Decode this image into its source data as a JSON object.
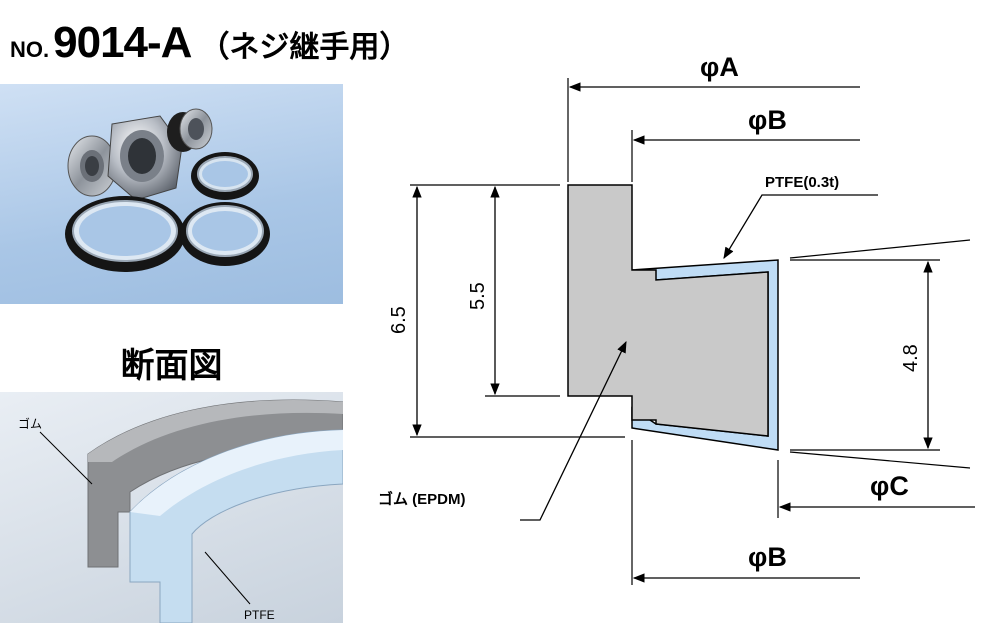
{
  "header": {
    "no_prefix": "NO.",
    "model": "9014-A",
    "subtitle": "（ネジ継手用）"
  },
  "section_view": {
    "heading": "断面図",
    "label_rubber": "ゴム",
    "label_ptfe": "PTFE"
  },
  "drawing": {
    "dim_phi_a": "φA",
    "dim_phi_b_top": "φB",
    "dim_phi_b_bottom": "φB",
    "dim_phi_c": "φC",
    "dim_6_5": "6.5",
    "dim_5_5": "5.5",
    "dim_4_8": "4.8",
    "label_ptfe": "PTFE(0.3t)",
    "label_rubber": "ゴム (EPDM)"
  },
  "colors": {
    "rubber": "#c9c9c9",
    "ptfe": "#bfdcf5",
    "outline": "#000000"
  }
}
